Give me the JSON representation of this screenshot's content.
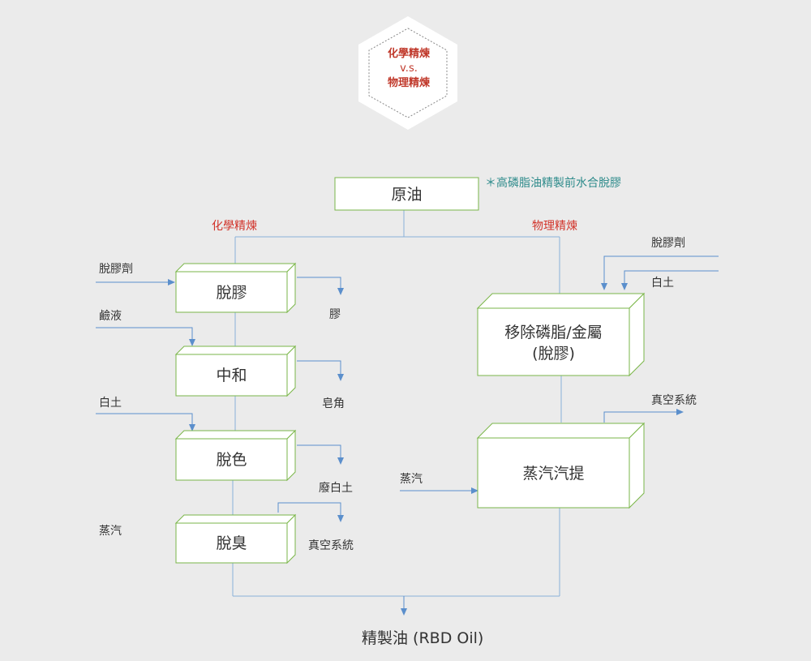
{
  "badge": {
    "line1": "化學精煉",
    "line2": "v.s.",
    "line3": "物理精煉"
  },
  "top": {
    "crude": "原油",
    "note": "＊高磷脂油精製前水合脫膠"
  },
  "chemical": {
    "title": "化學精煉",
    "steps": [
      {
        "name": "脫膠",
        "input": "脫膠劑",
        "output": "膠"
      },
      {
        "name": "中和",
        "input": "鹼液",
        "output": "皂角"
      },
      {
        "name": "脫色",
        "input": "白土",
        "output": "廢白土"
      },
      {
        "name": "脫臭",
        "input": "蒸汽",
        "output": "真空系統"
      }
    ]
  },
  "physical": {
    "title": "物理精煉",
    "inputs": [
      "脫膠劑",
      "白土"
    ],
    "step1_line1": "移除磷脂/金屬",
    "step1_line2": "(脫膠)",
    "step2": "蒸汽汽提",
    "step2_input": "蒸汽",
    "step2_output": "真空系統"
  },
  "final": "精製油 (RBD Oil)",
  "colors": {
    "box_border": "#7ab648",
    "arrow": "#5b8fcc",
    "line": "#8ab0d8",
    "red": "#d2332a",
    "teal": "#2e8b8b"
  }
}
